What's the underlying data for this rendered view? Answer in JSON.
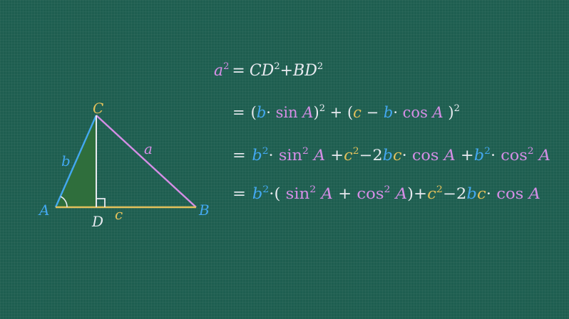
{
  "colors": {
    "background": "#1e5e50",
    "white": "#e8eaf0",
    "pink": "#d58ee6",
    "blue": "#43a8f0",
    "yellow": "#e3c15b",
    "shade": "#2f6e3c"
  },
  "triangle": {
    "vertices": {
      "A": "A",
      "B": "B",
      "C": "C",
      "D": "D"
    },
    "sides": {
      "a": "a",
      "b": "b",
      "c": "c"
    }
  },
  "equations": {
    "line1": {
      "lhs_a": "a",
      "lhs_exp": "2",
      "eq": "=",
      "cd": "CD",
      "cd_exp": "2",
      "plus": "+",
      "bd": "BD",
      "bd_exp": "2"
    },
    "line2": {
      "eq": "=",
      "lp1": "(",
      "b": "b",
      "dot1": "·",
      "sin": " sin ",
      "A1": "A",
      "rp1": ")",
      "exp1": "2",
      "plus": " + ",
      "lp2": "(",
      "c": "c",
      "minus": " − ",
      "b2": "b",
      "dot2": "·",
      "cos": " cos ",
      "A2": "A",
      "rp2": " )",
      "exp2": "2"
    },
    "line3": {
      "eq": "=",
      "b": "b",
      "bexp": "2",
      "dot1": "·",
      "sin": " sin",
      "sexp": "2",
      "A1": " A ",
      "plus1": "+",
      "c": "c",
      "cexp": "2",
      "m2": "−2",
      "bc_b": "b",
      "bc_c": "c",
      "dot2": "·",
      "cos1": " cos ",
      "A2": "A ",
      "plus2": "+",
      "b2": "b",
      "b2exp": "2",
      "dot3": "·",
      "cos2": " cos",
      "cexp2": "2",
      "A3": " A"
    },
    "line4": {
      "eq": "=",
      "b": "b",
      "bexp": "2",
      "dot1": "·",
      "lp": "( ",
      "sin": "sin",
      "sexp": "2",
      "A1": " A ",
      "plus1": "+ ",
      "cos": "cos",
      "cexp": "2",
      "A2": " A",
      "rp": ")",
      "plus2": "+",
      "c": "c",
      "c2exp": "2",
      "m2": "−2",
      "bc_b": "b",
      "bc_c": "c",
      "dot2": "·",
      "cos2": " cos ",
      "A3": "A"
    }
  }
}
